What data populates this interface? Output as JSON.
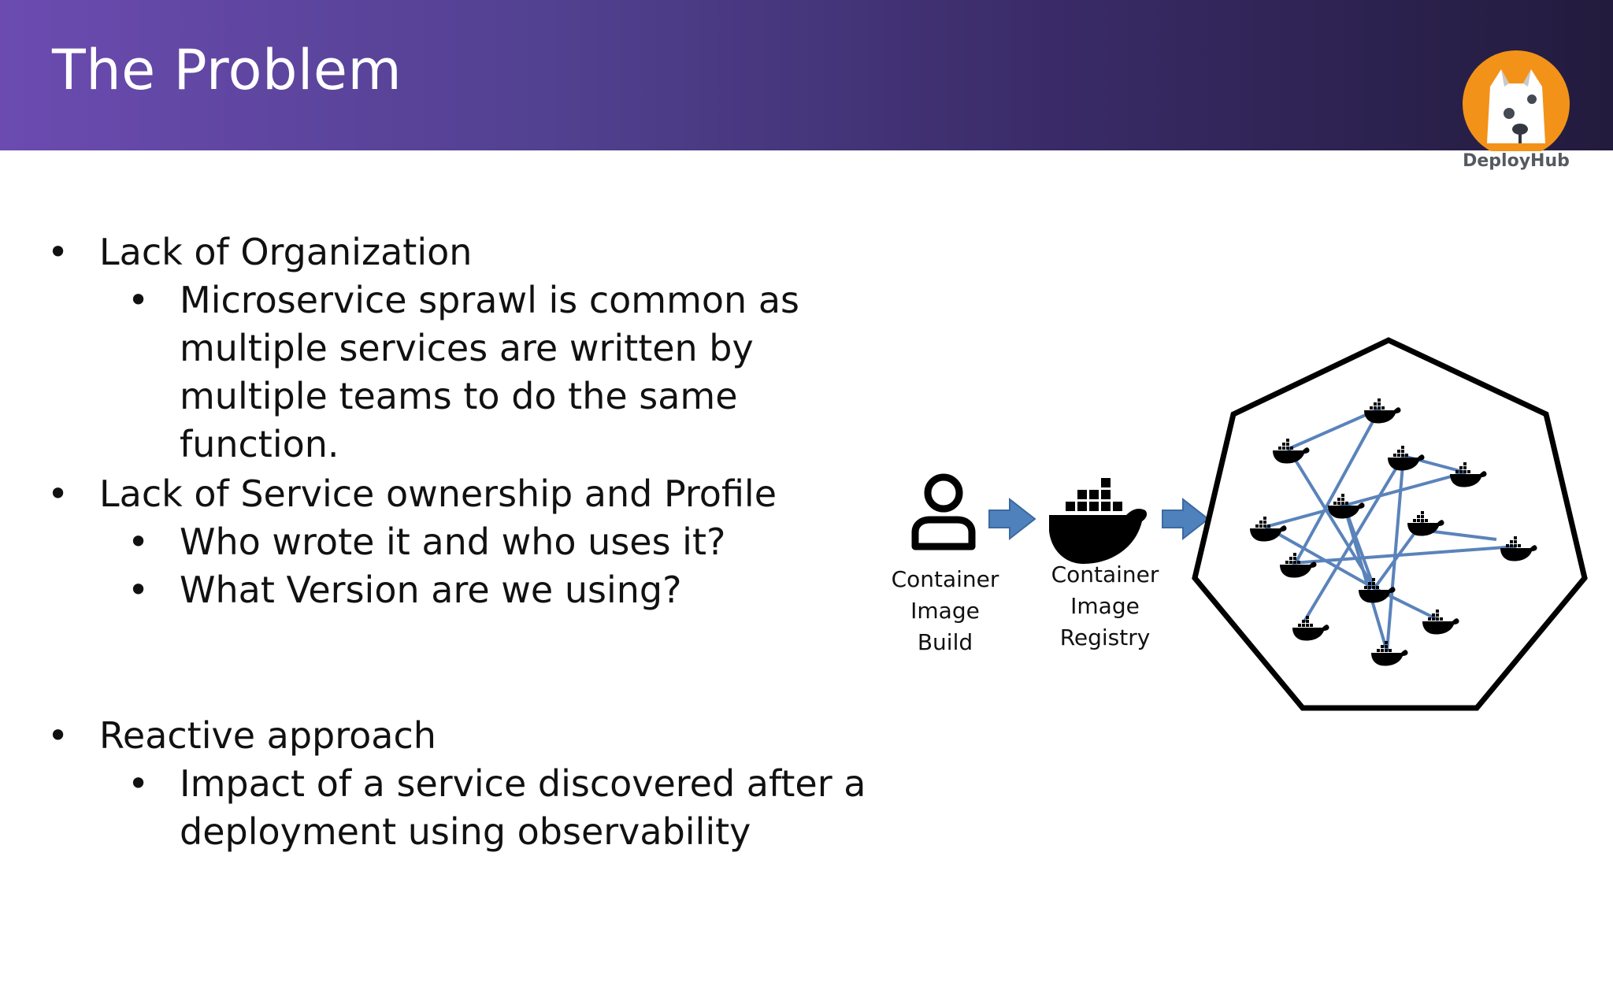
{
  "slide": {
    "title": "The Problem",
    "logo_text": "DeployHub"
  },
  "bullets": [
    {
      "text": "Lack of Organization",
      "sub": [
        "Microservice sprawl is common as multiple services are written by multiple teams to do the same function."
      ]
    },
    {
      "text": "Lack of Service ownership and Profile",
      "sub": [
        "Who wrote it and who uses it?",
        "What Version are we using?"
      ]
    },
    {
      "text": "Reactive approach",
      "sub": [
        "Impact of a service discovered after a deployment using observability"
      ]
    }
  ],
  "diagram": {
    "build_label": "Container Image Build",
    "registry_label": "Container Image Registry",
    "icons": [
      "person-icon",
      "arrow-right-icon",
      "docker-whale-icon",
      "cluster-heptagon-icon"
    ],
    "colors": {
      "arrow": "#4f81bd",
      "links": "#5a83ba"
    }
  }
}
